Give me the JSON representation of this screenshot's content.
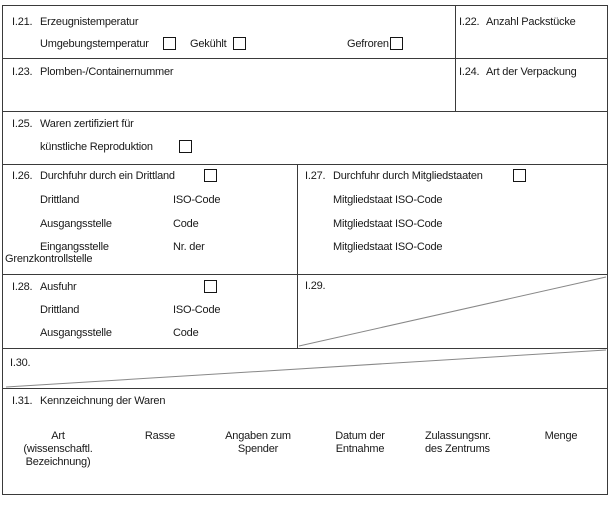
{
  "colors": {
    "ink": "#191919",
    "line": "#3a3a3a",
    "diagonal": "#888888"
  },
  "form": {
    "i21": {
      "num": "I.21.",
      "label": "Erzeugnistemperatur",
      "options": [
        {
          "label": "Umgebungstemperatur",
          "checked": false
        },
        {
          "label": "Gekühlt",
          "checked": false
        },
        {
          "label": "Gefroren",
          "checked": false
        }
      ]
    },
    "i22": {
      "num": "I.22.",
      "label": "Anzahl Packstücke"
    },
    "i23": {
      "num": "I.23.",
      "label": "Plomben-/Containernummer"
    },
    "i24": {
      "num": "I.24.",
      "label": "Art der Verpackung"
    },
    "i25": {
      "num": "I.25.",
      "label": "Waren zertifiziert für",
      "sublabel": "künstliche Reproduktion",
      "checked": false
    },
    "i26": {
      "num": "I.26.",
      "label": "Durchfuhr durch ein Drittland",
      "checked": false,
      "rows": [
        {
          "label": "Drittland",
          "value": "ISO-Code"
        },
        {
          "label": "Ausgangsstelle",
          "value": "Code"
        },
        {
          "label": "Eingangsstelle",
          "value": "Nr. der"
        }
      ],
      "wrap": "Grenzkontrollstelle"
    },
    "i27": {
      "num": "I.27.",
      "label": "Durchfuhr durch Mitgliedstaaten",
      "checked": false,
      "rows": [
        {
          "label": "Mitgliedstaat ISO-Code"
        },
        {
          "label": "Mitgliedstaat ISO-Code"
        },
        {
          "label": "Mitgliedstaat ISO-Code"
        }
      ]
    },
    "i28": {
      "num": "I.28.",
      "label": "Ausfuhr",
      "checked": false,
      "rows": [
        {
          "label": "Drittland",
          "value": "ISO-Code"
        },
        {
          "label": "Ausgangsstelle",
          "value": "Code"
        }
      ]
    },
    "i29": {
      "num": "I.29."
    },
    "i30": {
      "num": "I.30."
    },
    "i31": {
      "num": "I.31.",
      "label": "Kennzeichnung der Waren",
      "columns": [
        {
          "lines": [
            "Art",
            "(wissenschaftl.",
            "Bezeichnung)"
          ]
        },
        {
          "lines": [
            "Rasse"
          ]
        },
        {
          "lines": [
            "Angaben zum",
            "Spender"
          ]
        },
        {
          "lines": [
            "Datum der",
            "Entnahme"
          ]
        },
        {
          "lines": [
            "Zulassungsnr.",
            "des Zentrums"
          ]
        },
        {
          "lines": [
            "Menge"
          ]
        }
      ]
    }
  }
}
